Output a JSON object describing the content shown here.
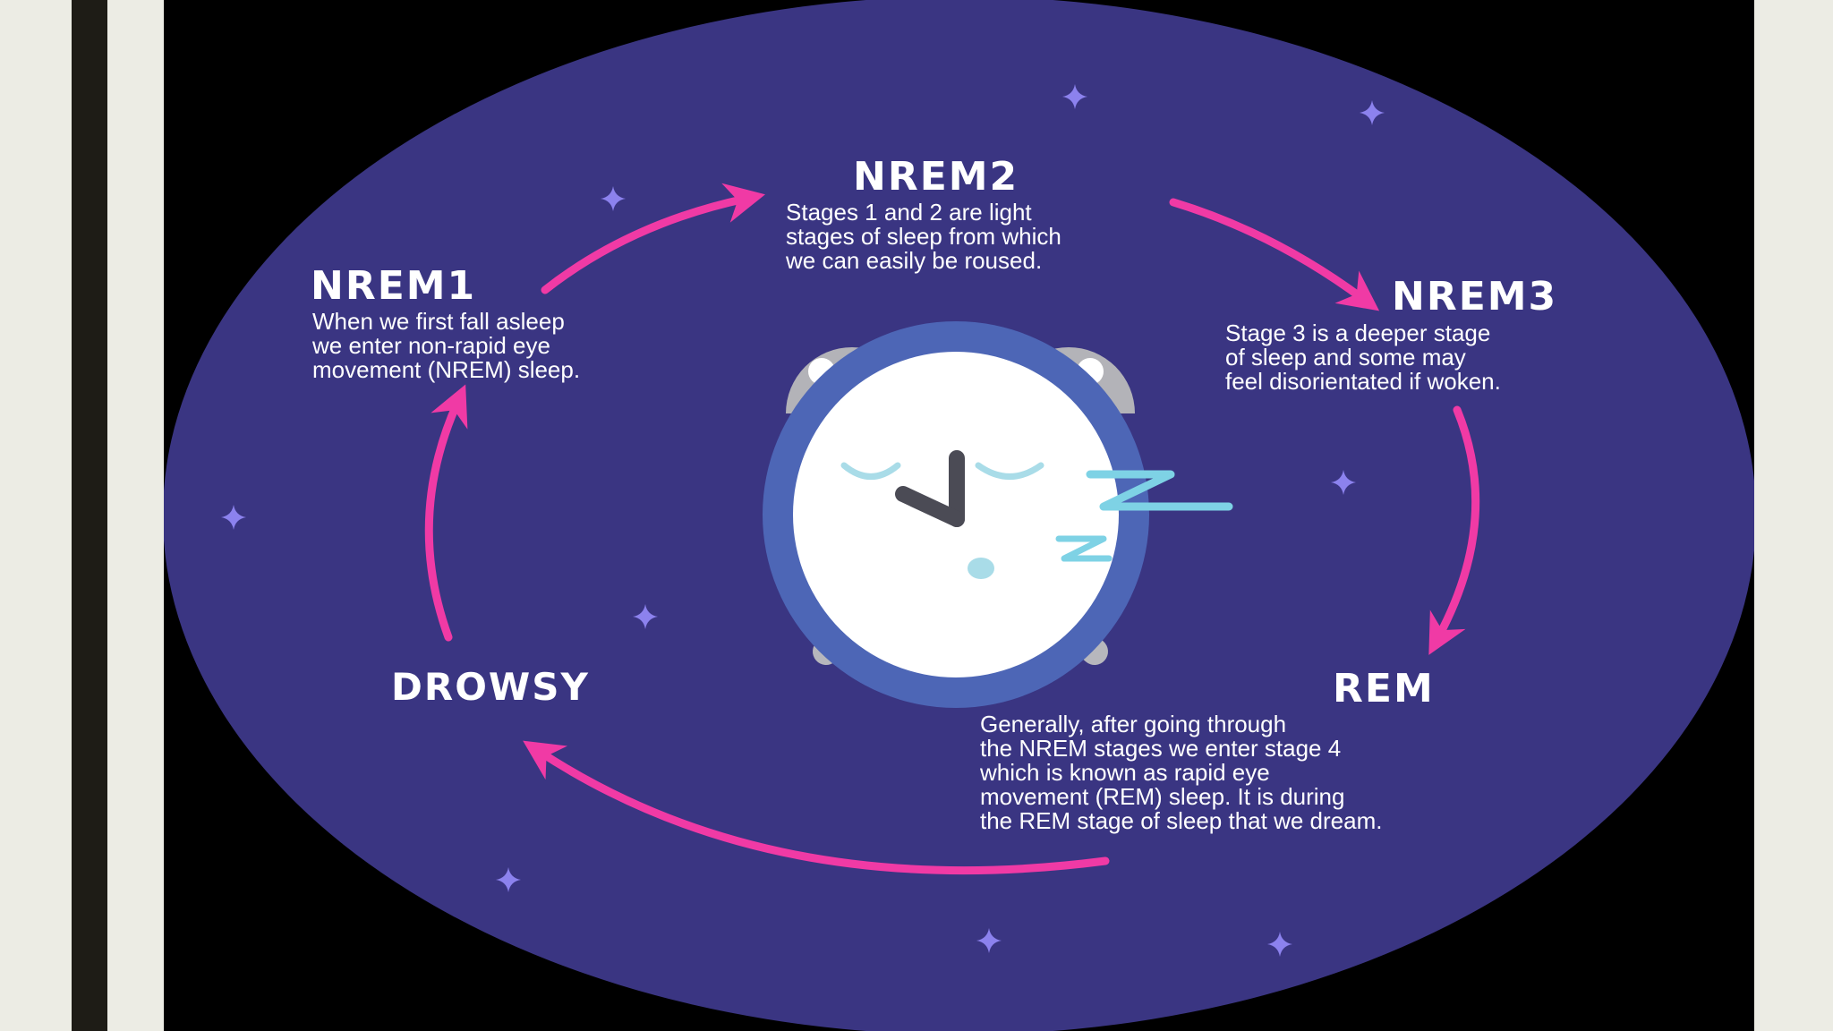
{
  "colors": {
    "background": "#ececE4",
    "side_bar": "#1e1c16",
    "circle": "#3a3582",
    "arrow": "#f03aa5",
    "star": "#8c82ee",
    "text": "#ffffff"
  },
  "stages": {
    "nrem1": {
      "title": "NREM1",
      "lines": [
        "When we first fall asleep",
        "we enter non-rapid eye",
        "movement (NREM) sleep."
      ]
    },
    "nrem2": {
      "title": "NREM2",
      "lines": [
        "Stages 1 and 2 are light",
        "stages of sleep from which",
        "we can easily be roused."
      ]
    },
    "nrem3": {
      "title": "NREM3",
      "lines": [
        "Stage 3 is a deeper stage",
        "of sleep and some may",
        "feel disorientated if woken."
      ]
    },
    "rem": {
      "title": "REM",
      "lines": [
        "Generally, after going through",
        "the NREM stages we enter stage 4",
        "which is known as rapid eye",
        "movement (REM) sleep. It is during",
        "the REM stage of sleep that we dream."
      ]
    },
    "drowsy": {
      "title": "DROWSY"
    }
  },
  "icons": {
    "center": "sleeping-alarm-clock-icon",
    "star": "sparkle-star-icon",
    "arrow": "cycle-arrow-icon"
  }
}
